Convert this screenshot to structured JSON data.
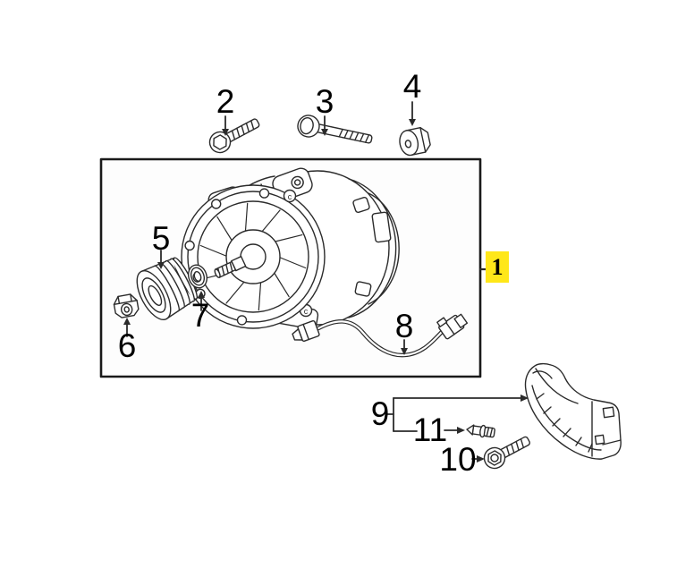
{
  "diagram": {
    "title": "Alternator exploded parts diagram",
    "colors": {
      "background": "#ffffff",
      "line": "#2b2b2b",
      "box_border": "#1a1a1a",
      "highlight": "#ffe719",
      "label": "#000000"
    },
    "callouts": {
      "part1": {
        "label": "1",
        "highlighted": true
      },
      "part2": {
        "label": "2"
      },
      "part3": {
        "label": "3"
      },
      "part4": {
        "label": "4"
      },
      "part5": {
        "label": "5"
      },
      "part6": {
        "label": "6"
      },
      "part7": {
        "label": "7"
      },
      "part8": {
        "label": "8"
      },
      "part9": {
        "label": "9"
      },
      "part10": {
        "label": "10"
      },
      "part11": {
        "label": "11"
      }
    },
    "datum_marks": {
      "m1": "c",
      "m2": "c"
    }
  }
}
